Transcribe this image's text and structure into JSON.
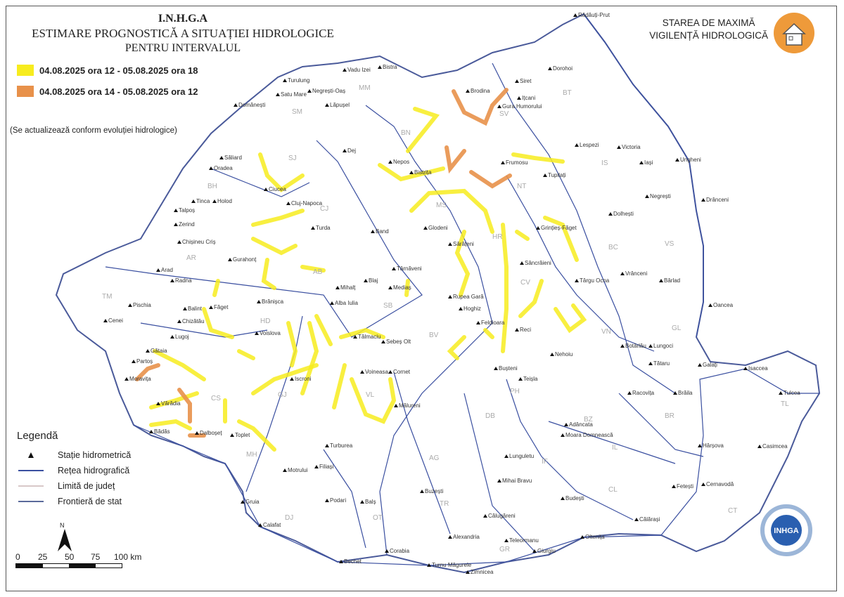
{
  "header": {
    "org": "I.N.H.G.A",
    "title": "ESTIMARE PROGNOSTICĂ A SITUAȚIEI HIDROLOGICE",
    "subtitle": "PENTRU INTERVALUL",
    "periods": [
      {
        "label": "04.08.2025 ora 12 - 05.08.2025 ora 18",
        "color": "#f7ec1e"
      },
      {
        "label": "04.08.2025 ora 14 - 05.08.2025 ora 12",
        "color": "#e8914a"
      }
    ],
    "note": "(Se actualizează conform evoluției hidrologice)"
  },
  "status_badge": {
    "line1": "STAREA DE MAXIMĂ",
    "line2": "VIGILENȚĂ HIDROLOGICĂ",
    "icon": "house-icon",
    "color": "#ee9a3a"
  },
  "legend": {
    "title": "Legendă",
    "items": [
      {
        "label": "Stație hidrometrică",
        "symbol": "triangle"
      },
      {
        "label": "Rețea hidrografică",
        "symbol": "line",
        "color": "#3a4fa0"
      },
      {
        "label": "Limită de județ",
        "symbol": "line",
        "color": "#d8c8c8"
      },
      {
        "label": "Frontieră de stat",
        "symbol": "line",
        "color": "#5a6a9a"
      }
    ],
    "north": "N",
    "scale_ticks": [
      "0",
      "25",
      "50",
      "75",
      "100 km"
    ]
  },
  "map": {
    "stations": [
      "Rădăuți-Prut",
      "Dorohoi",
      "Siret",
      "Brodina",
      "Ițcani",
      "Gura Humorului",
      "Lespezi",
      "Victoria",
      "Ungheni",
      "Iași",
      "Frumosu",
      "Tupilați",
      "Nepos",
      "Bistrița",
      "Dej",
      "Cluj-Napoca",
      "Ciucea",
      "Turda",
      "Satu Mare",
      "Domănești",
      "Lăpușel",
      "Negrești-Oaș",
      "Turulung",
      "Vadu Izei",
      "Bistra",
      "Oradea",
      "Săliard",
      "Tinca",
      "Holod",
      "Talpoș",
      "Zerind",
      "Chișineu Criș",
      "Gurahonț",
      "Arad",
      "Radna",
      "Pischia",
      "Cenei",
      "Chizătău",
      "Balint",
      "Făget",
      "Lugoj",
      "Gătaia",
      "Partoș",
      "Moravița",
      "Vărădia",
      "Bădăs",
      "Dalboșeț",
      "Toplet",
      "Voislova",
      "Brănișca",
      "Mihalț",
      "Alba Iulia",
      "Blaj",
      "Band",
      "Târnăveni",
      "Mediaș",
      "Glodeni",
      "Sărățeni",
      "Rupea Gară",
      "Hoghiz",
      "Feldioara",
      "Reci",
      "Sâncrăieni",
      "Grințieș-Făget",
      "Târgu Ocna",
      "Vrânceni",
      "Bârlad",
      "Negrești",
      "Drânceni",
      "Dolhești",
      "Oancea",
      "Botârlău",
      "Lungoci",
      "Tătaru",
      "Galați",
      "Isaccea",
      "Tulcea",
      "Brăila",
      "Racovița",
      "Nehoiu",
      "Teișla",
      "Bușteni",
      "Cornet",
      "Voineasa",
      "Tălmaciu",
      "Sebeș Olt",
      "Mălureni",
      "Iscroni",
      "Filiași",
      "Turburea",
      "Motrului",
      "Gruia",
      "Calafat",
      "Bechet",
      "Corabia",
      "Turnu Măgurele",
      "Zimnicea",
      "Alexandria",
      "Teleormanu",
      "Giurgiu",
      "Oltenița",
      "Călărași",
      "Fetești",
      "Cernavodă",
      "Hârșova",
      "Casimcea",
      "Budești",
      "Lunguletu",
      "Moara Domnească",
      "Adâncata",
      "Balș",
      "Podari",
      "Buzești",
      "Călugăreni",
      "Mihai Bravu"
    ],
    "counties": [
      "SM",
      "MM",
      "BN",
      "SV",
      "BT",
      "IS",
      "NT",
      "BH",
      "SJ",
      "CJ",
      "MS",
      "HR",
      "BC",
      "VS",
      "AR",
      "AB",
      "SB",
      "CV",
      "BV",
      "VN",
      "GL",
      "TM",
      "HD",
      "CS",
      "GJ",
      "VL",
      "AG",
      "PH",
      "BZ",
      "BR",
      "TL",
      "MH",
      "DJ",
      "OT",
      "TR",
      "DB",
      "IF",
      "CL",
      "IL",
      "GR",
      "CT"
    ],
    "logo_text": "INHGA"
  }
}
